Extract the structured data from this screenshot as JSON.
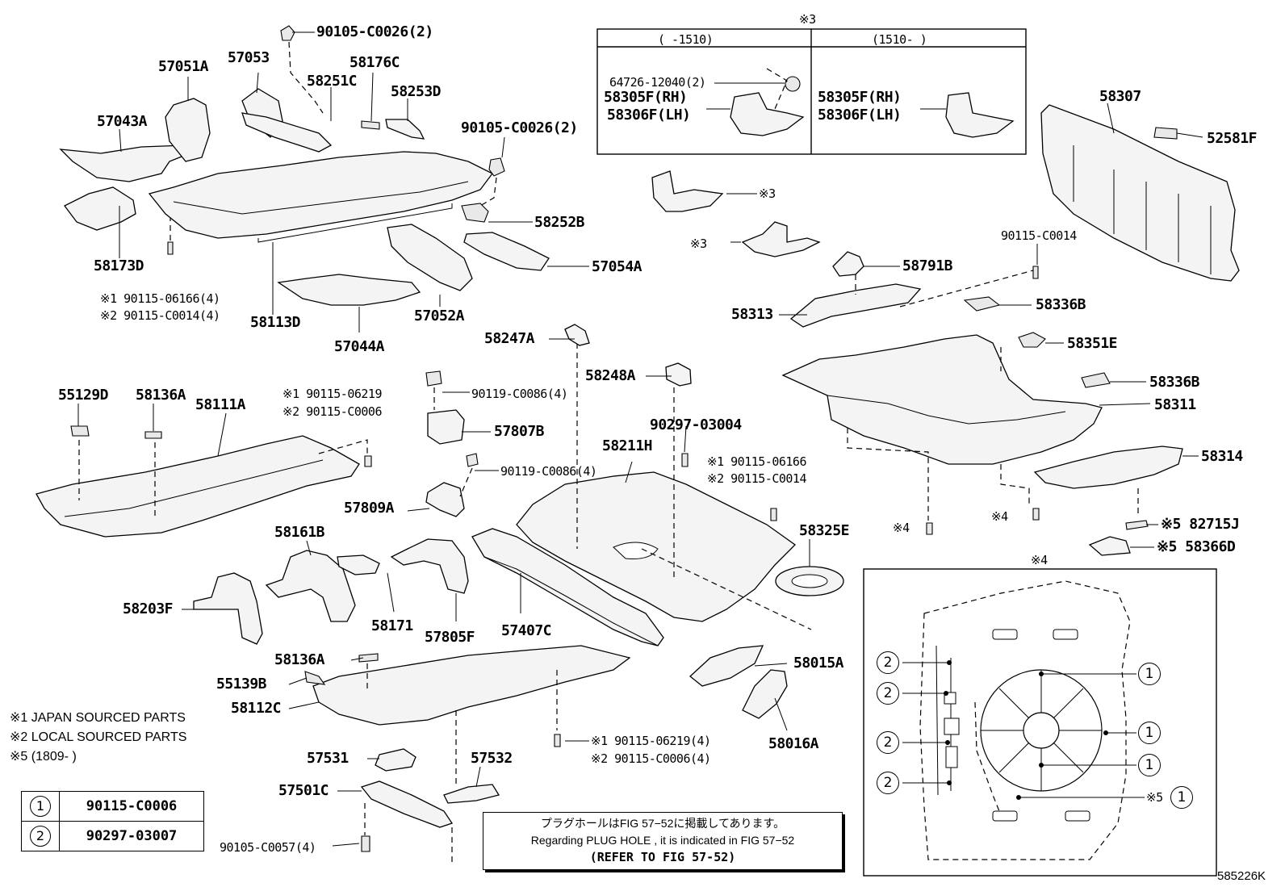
{
  "diagram_id": "585226K",
  "labels": {
    "p57051A": "57051A",
    "p57053": "57053",
    "p58176C": "58176C",
    "p58251C": "58251C",
    "p58253D": "58253D",
    "p57043A": "57043A",
    "p90105_c0026_top": "90105-C0026(2)",
    "p90105_c0026_mid": "90105-C0026(2)",
    "p58252B": "58252B",
    "p57054A": "57054A",
    "p58173D": "58173D",
    "p58113D": "58113D",
    "p57052A": "57052A",
    "p57044A": "57044A",
    "p90115_06166_4": "※1 90115-06166(4)",
    "p90115_c0014_4": "※2 90115-C0014(4)",
    "p58247A": "58247A",
    "p58248A": "58248A",
    "p90119_c0086_a": "90119-C0086(4)",
    "p90119_c0086_b": "90119-C0086(4)",
    "p57807B": "57807B",
    "p57809A": "57809A",
    "p58211H": "58211H",
    "p90297_03004": "90297-03004",
    "p90115_06166": "※1 90115-06166",
    "p90115_c0014": "※2 90115-C0014",
    "p55129D": "55129D",
    "p58136A_top": "58136A",
    "p58111A": "58111A",
    "p90115_06219": "※1 90115-06219",
    "p90115_c0006": "※2 90115-C0006",
    "p58161B": "58161B",
    "p58203F": "58203F",
    "p58171": "58171",
    "p57805F": "57805F",
    "p57407C": "57407C",
    "p58325E": "58325E",
    "p58015A": "58015A",
    "p58016A": "58016A",
    "p58136A_bot": "58136A",
    "p55139B": "55139B",
    "p58112C": "58112C",
    "p90115_06219_4": "※1 90115-06219(4)",
    "p90115_c0006_4": "※2 90115-C0006(4)",
    "p57531": "57531",
    "p57532": "57532",
    "p57501C": "57501C",
    "p90105_c0057_4": "90105-C0057(4)",
    "p58307": "58307",
    "p52581F": "52581F",
    "p90115_c0014_r": "90115-C0014",
    "p58791B": "58791B",
    "p58313": "58313",
    "p58336B_a": "58336B",
    "p58351E": "58351E",
    "p58336B_b": "58336B",
    "p58311": "58311",
    "p58314": "58314",
    "p82715J": "※5 82715J",
    "p58366D": "※5 58366D",
    "s4_a": "※4",
    "s4_b": "※4",
    "s3_a": "※3",
    "s3_b": "※3"
  },
  "inset3": {
    "title": "※3",
    "col1_header": "(     -1510)",
    "col2_header": "(1510-     )",
    "bolt": "64726-12040(2)",
    "rh_left": "58305F(RH)",
    "lh_left": "58306F(LH)",
    "rh_right": "58305F(RH)",
    "lh_right": "58306F(LH)"
  },
  "inset4": {
    "title": "※4",
    "c1": "1",
    "c2": "2",
    "s5": "※5"
  },
  "notes": {
    "n1": "※1 JAPAN SOURCED PARTS",
    "n2": "※2 LOCAL SOURCED PARTS",
    "n5": "※5 (1809-      )"
  },
  "legend": [
    {
      "symbol": "1",
      "part": "90115-C0006"
    },
    {
      "symbol": "2",
      "part": "90297-03007"
    }
  ],
  "reference": {
    "jp": "プラグホールはFIG 57−52に掲載してあります。",
    "en": "Regarding  PLUG  HOLE , it is indicated in FIG  57−52",
    "refer": "(REFER  TO FIG 57-52)"
  }
}
